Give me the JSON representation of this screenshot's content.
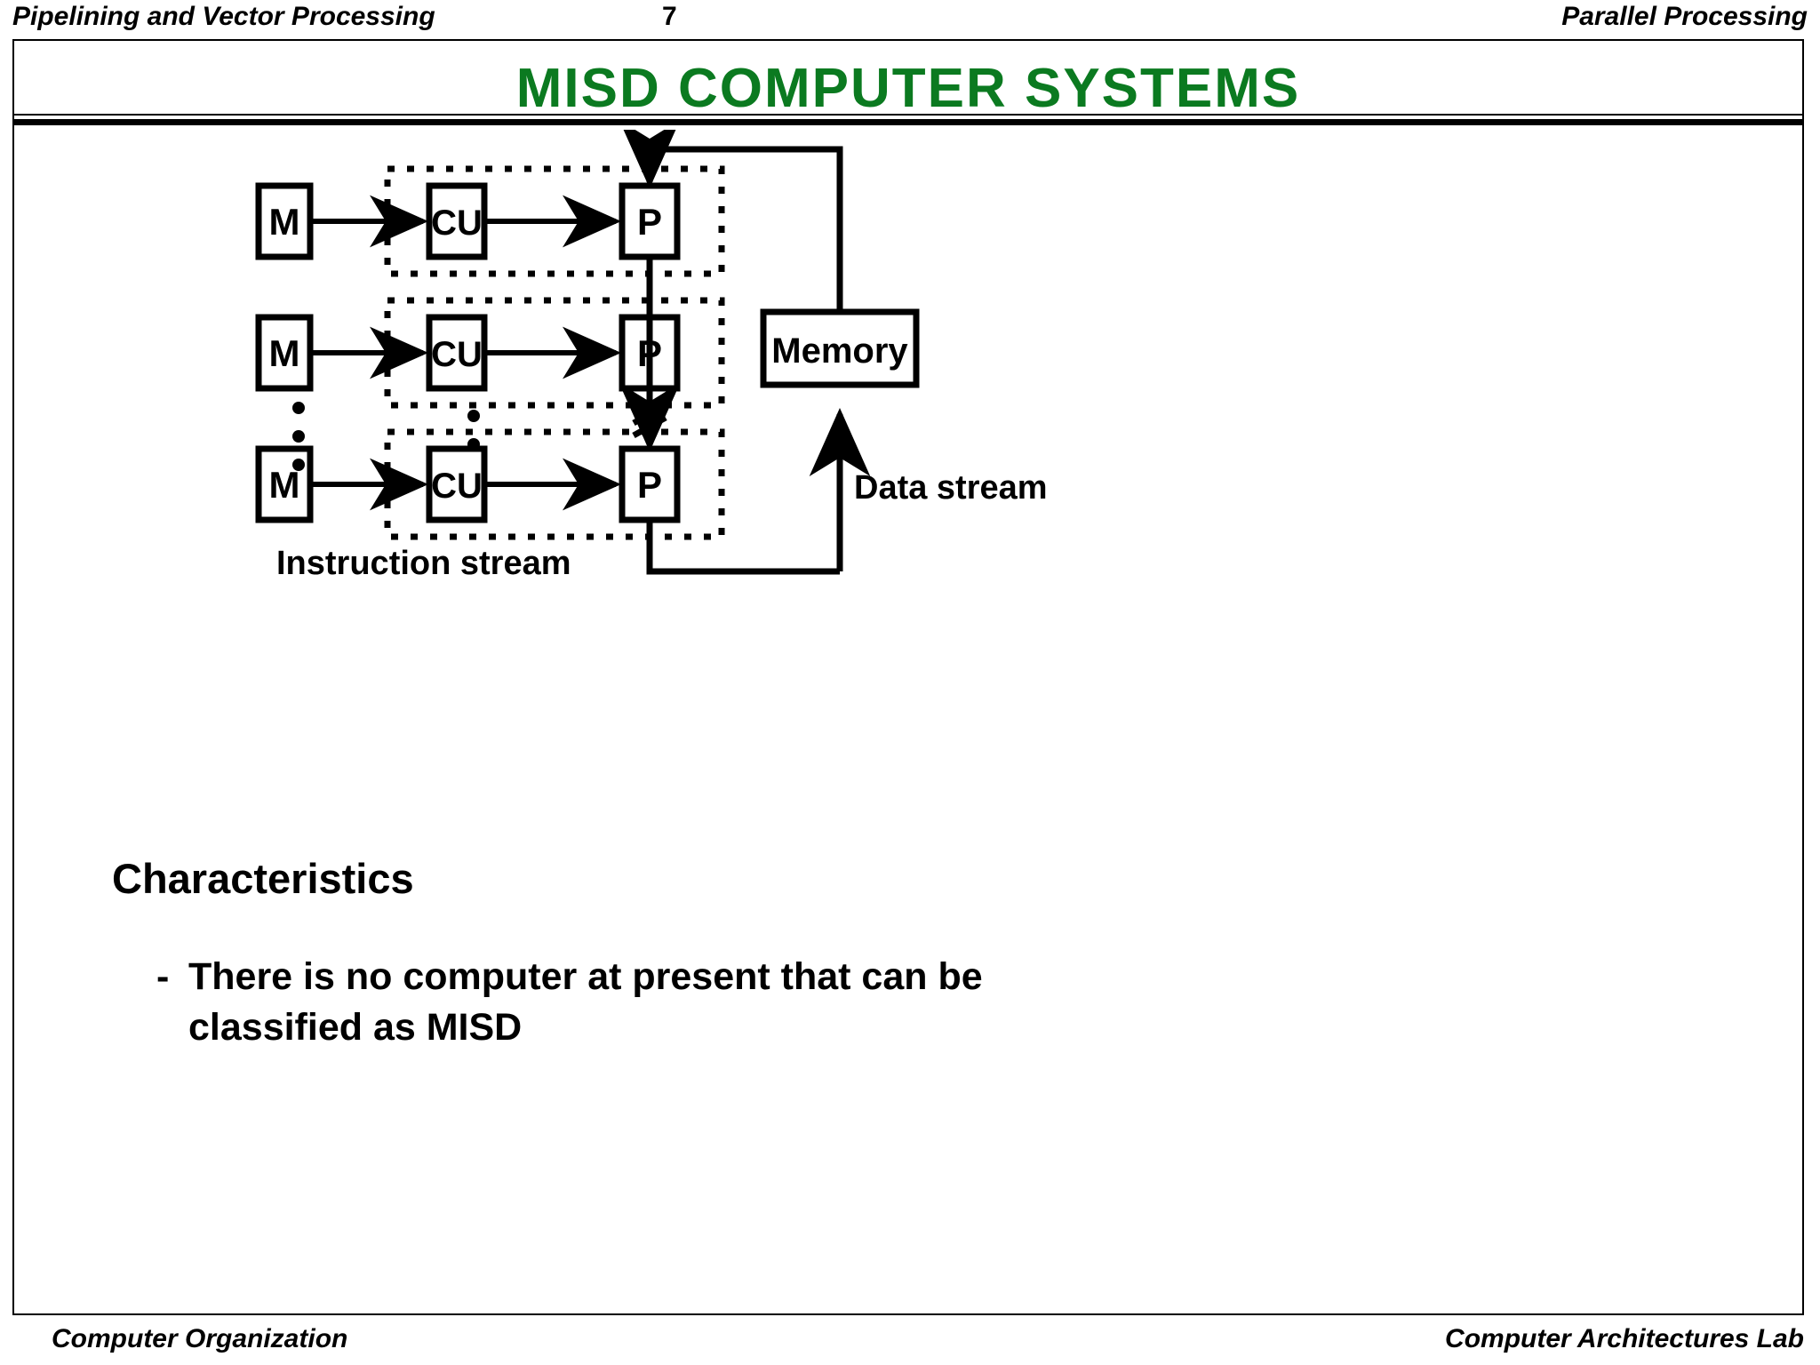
{
  "header": {
    "left_title": "Pipelining and Vector Processing",
    "page_number": "7",
    "right_title": "Parallel Processing"
  },
  "slide": {
    "title": "MISD  COMPUTER  SYSTEMS",
    "title_color": "#0b7a20"
  },
  "diagram": {
    "memory_blocks": [
      "M",
      "M",
      "M"
    ],
    "control_unit_blocks": [
      "CU",
      "CU",
      "CU"
    ],
    "processor_blocks": [
      "P",
      "P",
      "P"
    ],
    "memory_label": "Memory",
    "instruction_stream_label": "Instruction stream",
    "data_stream_label": "Data stream",
    "ellipsis_glyph": "•"
  },
  "body": {
    "section_heading": "Characteristics",
    "bullet_dash": "-",
    "bullet_line_1": "There is no computer at present that can be",
    "bullet_line_2": "classified as MISD"
  },
  "footer": {
    "left_text": "Computer Organization",
    "right_text": "Computer Architectures Lab"
  }
}
